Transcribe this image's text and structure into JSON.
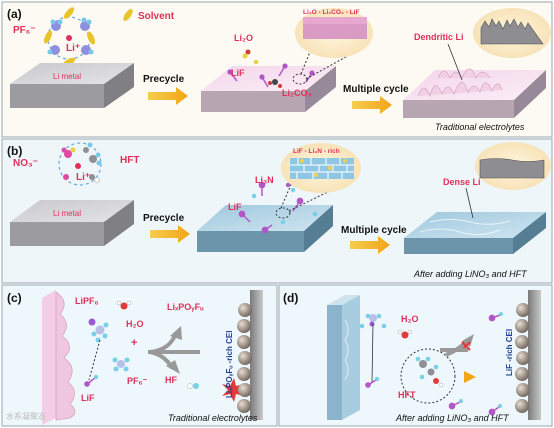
{
  "panel_a": {
    "tag": "(a)",
    "anion": "PF₆⁻",
    "cation": "Li⁺",
    "solvent_legend": "Solvent",
    "metal": "Li metal",
    "step1": "Precycle",
    "step2": "Multiple cycle",
    "sei_species_1": "LiF",
    "sei_species_2": "Li₂O",
    "sei_species_3": "Li₂CO₃",
    "sei_inset": "Li₂O - Li₂CO₃ - LiF",
    "product": "Dendritic Li",
    "caption": "Traditional electrolytes"
  },
  "panel_b": {
    "tag": "(b)",
    "anion": "NO₃⁻",
    "cation": "Li⁺",
    "additive": "HFT",
    "metal": "Li metal",
    "step1": "Precycle",
    "step2": "Multiple cycle",
    "sei_species_1": "Li₃N",
    "sei_species_2": "LiF",
    "sei_inset": "LiF - Li₃N - rich",
    "product": "Dense Li",
    "caption": "After adding LiNO₃ and HFT"
  },
  "panel_c": {
    "tag": "(c)",
    "salt": "LiPF₆",
    "water": "H₂O",
    "plus": "+",
    "anion": "PF₆⁻",
    "lif": "LiF",
    "product_1": "LiₓPOᵧFᵤ",
    "product_2": "HF",
    "cei": "LiₓPOᵧFᵤ -rich CEI",
    "caption": "Traditional electrolytes",
    "watermark": "水系凝聚态"
  },
  "panel_d": {
    "tag": "(d)",
    "water": "H₂O",
    "additive": "HFT",
    "cei": "LiF -rich CEI",
    "caption": "After adding LiNO₃ and HFT"
  },
  "colors": {
    "accent_red": "#e0305a",
    "label_blue": "#1f3f9a",
    "arrow_gold": "#f2b21b",
    "panel_a_bg": "#fdfaf3",
    "panel_b_bg": "#eef6f9",
    "panel_cd_bg": "#eef7fb"
  }
}
